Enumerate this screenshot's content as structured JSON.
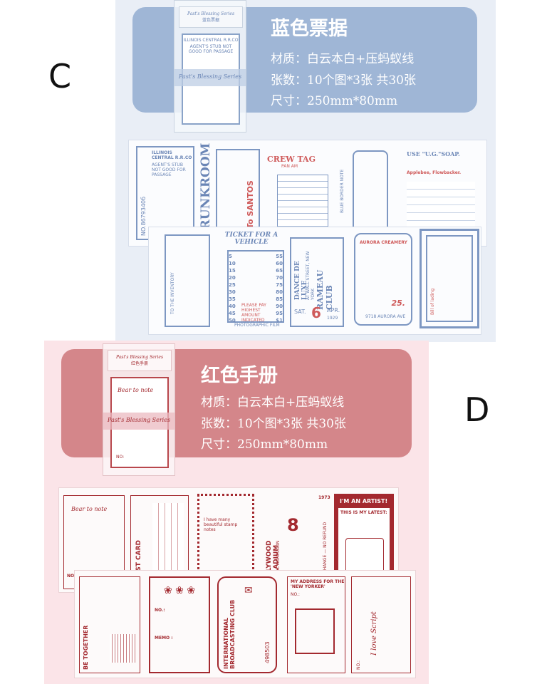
{
  "section_c": {
    "letter": "C",
    "title": "蓝色票据",
    "specs": [
      "材质：白云本白+压蚂蚁线",
      "张数：10个图*3张 共30张",
      "尺寸：250mm*80mm"
    ],
    "package": {
      "series": "Past's Blessing Series",
      "name": "蓝色票据"
    },
    "tickets_row1": {
      "t1_head": "ILLINOIS CENTRAL R.R.CO",
      "t1_sub": "AGENT'S STUB NOT GOOD FOR PASSAGE",
      "t1_no": "NO.8679340б",
      "t2_vert": "TRUNKROOM",
      "t3_vert": "To SANTOS",
      "t4_head": "CREW TAG",
      "t4_sub": "PAN AM",
      "t5_vert": "BLUE BORDER NOTE",
      "t6_head": "USE \"U.G.\"SOAP.",
      "t6_sub": "Applebee, Flowbacker."
    },
    "tickets_row2": {
      "t1_vert": "TO THE INVENTORY",
      "t2_head": "TICKET FOR A VEHICLE",
      "t2_nums_left": [
        "5",
        "10",
        "15",
        "20",
        "25",
        "30",
        "35",
        "40",
        "45",
        "50"
      ],
      "t2_nums_right": [
        "55",
        "60",
        "65",
        "70",
        "75",
        "80",
        "85",
        "90",
        "95",
        "$1"
      ],
      "t2_foot": "PLEASE PAY HIGHEST AMOUNT INDICATED",
      "t2_bottom": "PHOTOGRAPHIC FILM",
      "t3_vert1": "DANCE DE LUXE",
      "t3_vert2": "AT WALL STREET, NEW YORK",
      "t3_day": "SAT.",
      "t3_vert3": "RAMEAU CLUB",
      "t3_date": "6",
      "t3_month": "APR.",
      "t3_year": "1929",
      "t4_head": "AURORA CREAMERY",
      "t4_num": "25.",
      "t4_foot": "9718 AURORA AVE",
      "t5_vert": "Bill of lading"
    }
  },
  "section_d": {
    "letter": "D",
    "title": "红色手册",
    "specs": [
      "材质：白云本白+压蚂蚁线",
      "张数：10个图*3张 共30张",
      "尺寸：250mm*80mm"
    ],
    "package": {
      "series": "Past's Blessing Series",
      "name": "红色手册"
    },
    "tickets_row1": {
      "t1_head": "Bear to note",
      "t1_no": "NO:",
      "t2_vert": "POST CARD",
      "t3_head": "I have many beautiful stamp notes",
      "t4_vert": "HOLLYWOOD PALLADIUM",
      "t4_vert2": "GENERAL ADMISSION",
      "t4_num": "8",
      "t5_year": "1973",
      "t5_vert": "NO EXCHANGE — NO REFUND",
      "t6_head": "I'M AN ARTIST!",
      "t6_sub": "THIS IS MY LATEST:"
    },
    "tickets_row2": {
      "t1_vert": "BE TOGETHER",
      "t2_no": "NO.:",
      "t2_foot": "MEMO :",
      "t3_vert": "INTERNATIONAL BROADCASTING CLUB",
      "t3_num": "498503",
      "t4_head": "MY ADDRESS FOR THE 'NEW YORKER'",
      "t4_no": "NO.:",
      "t5_vert": "I love Script",
      "t5_no": "NO.:"
    }
  },
  "colors": {
    "blue_banner": "#9fb6d6",
    "red_banner": "#d4868a",
    "ticket_blue": "#7d97c2",
    "ticket_red": "#a3292f"
  }
}
